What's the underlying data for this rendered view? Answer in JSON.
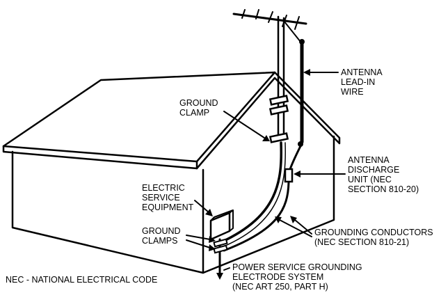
{
  "labels": {
    "antenna_lead_in_wire": [
      "ANTENNA",
      "LEAD-IN",
      "WIRE"
    ],
    "ground_clamp": [
      "GROUND",
      "CLAMP"
    ],
    "antenna_discharge_unit": [
      "ANTENNA",
      "DISCHARGE",
      "UNIT (NEC",
      "SECTION 810-20)"
    ],
    "electric_service_equipment": [
      "ELECTRIC",
      "SERVICE",
      "EQUIPMENT"
    ],
    "ground_clamps": [
      "GROUND",
      "CLAMPS"
    ],
    "grounding_conductors": [
      "GROUNDING CONDUCTORS",
      "(NEC SECTION 810-21)"
    ],
    "power_service_grounding": [
      "POWER SERVICE GROUNDING",
      "ELECTRODE SYSTEM",
      "(NEC ART 250, PART H)"
    ],
    "nec_note": "NEC - NATIONAL ELECTRICAL CODE"
  },
  "colors": {
    "ink": "#000000",
    "background": "#ffffff"
  }
}
